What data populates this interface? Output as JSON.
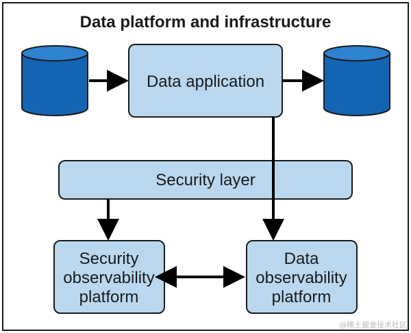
{
  "diagram": {
    "title": "Data platform and infrastructure",
    "nodes": {
      "data_application": "Data application",
      "security_layer": "Security layer",
      "security_observability": [
        "Security",
        "observability",
        "platform"
      ],
      "data_observability": [
        "Data",
        "observability",
        "platform"
      ]
    },
    "colors": {
      "box_fill": "#b9d8ef",
      "box_stroke": "#1a1a1a",
      "cylinder_fill": "#1464b4",
      "cylinder_top": "#2f82cf",
      "arrow": "#000000"
    }
  },
  "watermark": "@稀土掘金技术社区"
}
